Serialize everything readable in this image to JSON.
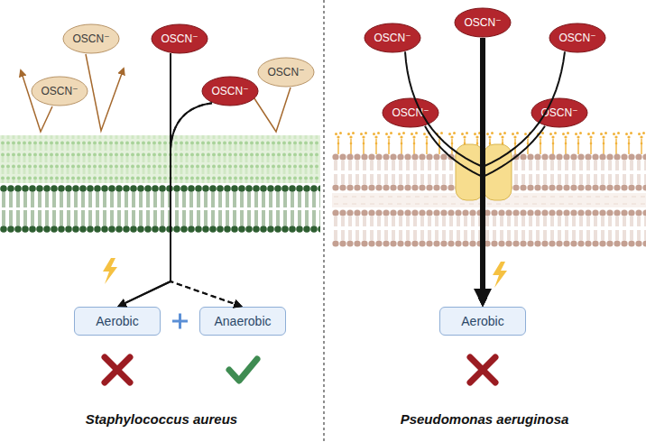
{
  "diagram": {
    "nodes": [
      {
        "text": [
          "OSCN⁻"
        ]
      },
      {
        "text": [
          "OSCN⁻"
        ]
      },
      {
        "text": [
          "OSCN⁻"
        ]
      },
      {
        "text": [
          "OSCN⁻"
        ]
      },
      {
        "text": [
          "OSCN⁻"
        ]
      },
      {
        "text": [
          "Aerobic"
        ]
      },
      {
        "text": [
          "Anaerobic"
        ]
      },
      {
        "text": [
          "OSCN⁻"
        ]
      },
      {
        "text": [
          "OSCN⁻"
        ]
      },
      {
        "text": [
          "OSCN⁻"
        ]
      },
      {
        "text": [
          "OSCN⁻"
        ]
      },
      {
        "text": [
          "OSCN⁻"
        ]
      },
      {
        "text": [
          "Aerobic"
        ]
      }
    ],
    "edges": [
      {
        "from": 1,
        "to": 5,
        "arrow": "to"
      },
      {
        "from": 1,
        "to": 6,
        "arrow": "to"
      },
      {
        "from": 4,
        "to": 5,
        "arrow": "to"
      },
      {
        "from": 4,
        "to": 6,
        "arrow": "to"
      },
      {
        "from": 7,
        "to": 12,
        "arrow": "to"
      },
      {
        "from": 8,
        "to": 12,
        "arrow": "to"
      },
      {
        "from": 9,
        "to": 12,
        "arrow": "to"
      },
      {
        "from": 10,
        "to": 12,
        "arrow": "to"
      },
      {
        "from": 11,
        "to": 12,
        "arrow": "to"
      }
    ],
    "labels": [
      "Staphylococcus aureus",
      "Pseudomonas aeruginosa"
    ]
  }
}
